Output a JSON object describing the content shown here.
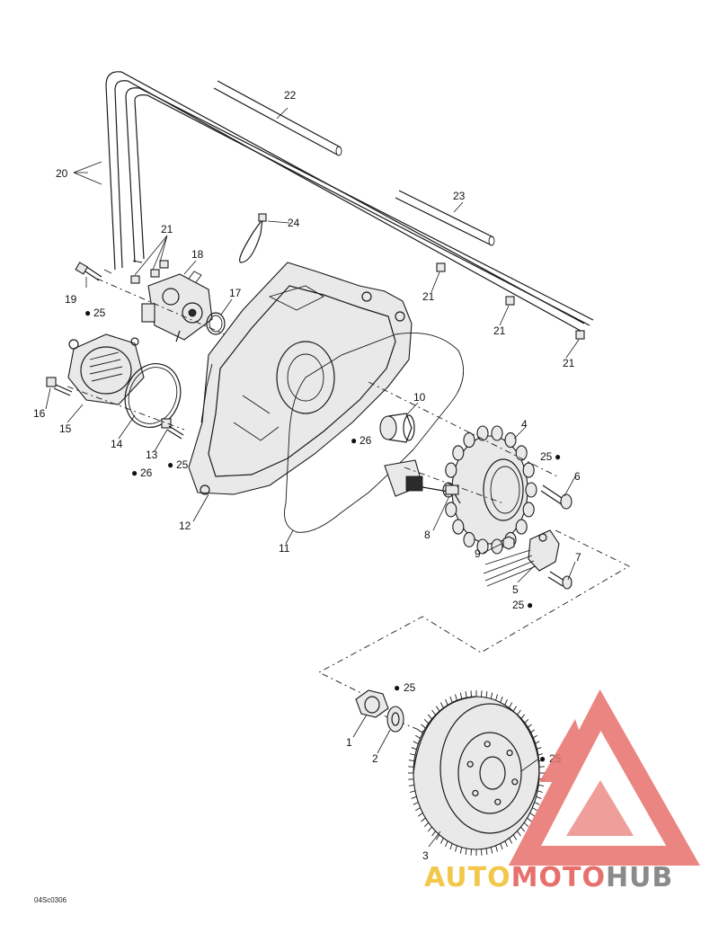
{
  "figure_ref": "04Sc0306",
  "drop_glyph": "●",
  "callouts": {
    "c1": "1",
    "c2": "2",
    "c3": "3",
    "c4": "4",
    "c5": "5",
    "c6": "6",
    "c7": "7",
    "c8": "8",
    "c9": "9",
    "c10": "10",
    "c11": "11",
    "c12": "12",
    "c13": "13",
    "c14": "14",
    "c15": "15",
    "c16": "16",
    "c17": "17",
    "c18": "18",
    "c19": "19",
    "c20": "20",
    "c21a": "21",
    "c21b": "21",
    "c21c": "21",
    "c21d": "21",
    "c22": "22",
    "c23": "23",
    "c24": "24"
  },
  "lube_marks": {
    "l19": "25",
    "l13": "25",
    "l14": "26",
    "l10": "26",
    "l6": "25",
    "l7": "25",
    "l1": "25",
    "l3": "25"
  },
  "watermark": {
    "auto": "AUTO",
    "moto": "MOTO",
    "hub": "HUB",
    "colors": {
      "red": "#e8706c",
      "yellow": "#f2c84b",
      "gray": "#8a8a8a"
    }
  }
}
